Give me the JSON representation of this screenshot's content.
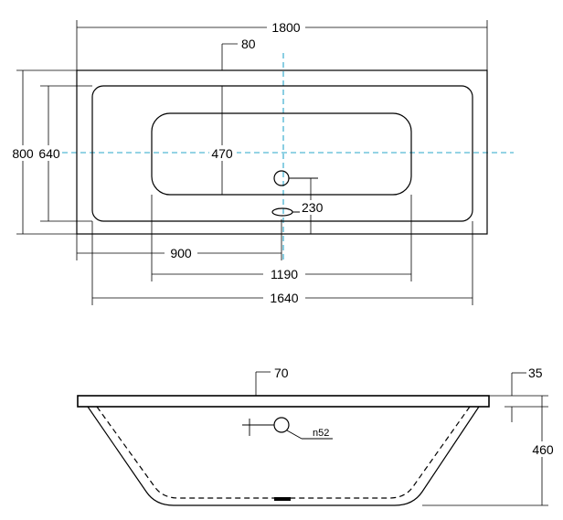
{
  "top_view": {
    "overall_length": "1800",
    "overall_width": "800",
    "rim_width": "80",
    "inner_width": "640",
    "basin_width": "470",
    "drain_offset": "230",
    "drain_position": "900",
    "basin_length": "1190",
    "inner_length": "1640"
  },
  "side_view": {
    "rim_thickness": "70",
    "top_rim": "35",
    "depth": "460",
    "overflow_diameter": "n52"
  },
  "colors": {
    "outline": "#000000",
    "center_axis": "#2aa7c9"
  }
}
